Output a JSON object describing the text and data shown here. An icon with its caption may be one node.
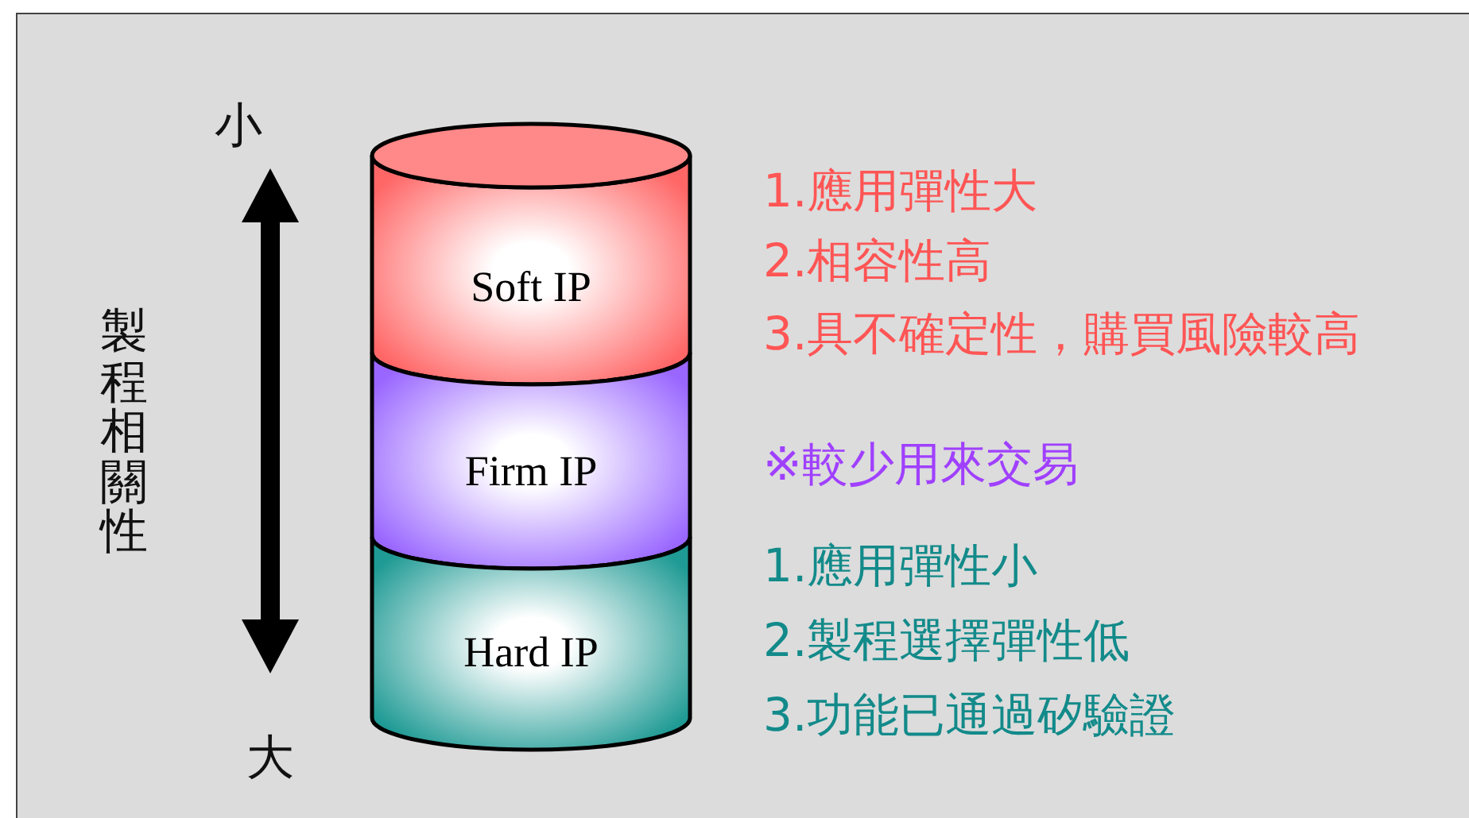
{
  "diagram": {
    "nodes": [
      {
        "text": [
          "Soft IP"
        ],
        "beside": [
          "1.應用彈性大",
          "2.相容性高",
          "3.具不確定性，購買風險較高"
        ]
      },
      {
        "text": [
          "Firm IP"
        ],
        "beside": [
          "※較少用來交易"
        ]
      },
      {
        "text": [
          "Hard IP"
        ],
        "beside": [
          "1.應用彈性小",
          "2.製程選擇彈性低",
          "3.功能已通過矽驗證"
        ]
      }
    ],
    "labels": [
      "小",
      "製程相關性",
      "大"
    ]
  }
}
